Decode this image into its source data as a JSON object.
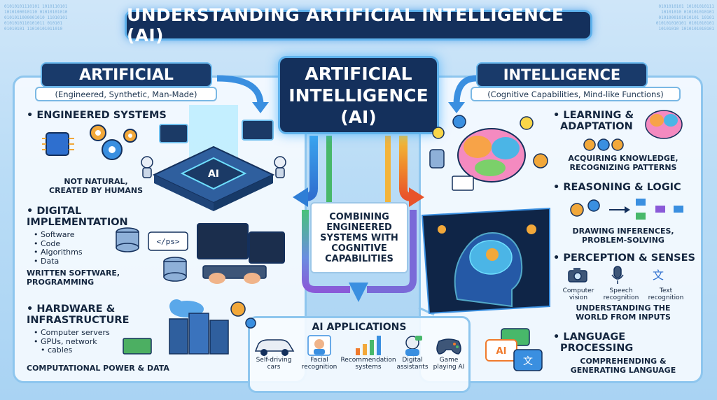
{
  "title": "UNDERSTANDING ARTIFICIAL INTELLIGENCE (AI)",
  "center": {
    "line1": "ARTIFICIAL",
    "line2": "INTELLIGENCE",
    "line3": "(AI)",
    "combine": [
      "COMBINING",
      "ENGINEERED",
      "SYSTEMS WITH",
      "COGNITIVE",
      "CAPABILITIES"
    ]
  },
  "left": {
    "title": "ARTIFICIAL",
    "subtitle": "(Engineered, Synthetic, Man-Made)",
    "chip_label": "AI",
    "code_tag": "</ps>",
    "sections": [
      {
        "heading": "ENGINEERED SYSTEMS",
        "desc": [
          "NOT NATURAL,",
          "CREATED BY HUMANS"
        ]
      },
      {
        "heading_lines": [
          "DIGITAL",
          "IMPLEMENTATION"
        ],
        "bullets": [
          "Software",
          "Code",
          "Algorithms",
          "Data"
        ],
        "desc": [
          "WRITTEN SOFTWARE,",
          "PROGRAMMING"
        ]
      },
      {
        "heading_lines": [
          "HARDWARE &",
          "INFRASTRUCTURE"
        ],
        "bullets": [
          "Computer servers",
          "GPUs, network",
          "cables"
        ],
        "desc": [
          "COMPUTATIONAL POWER & DATA"
        ]
      }
    ]
  },
  "right": {
    "title": "INTELLIGENCE",
    "subtitle": "(Cognitive Capabilities, Mind-like Functions)",
    "sections": [
      {
        "heading_lines": [
          "LEARNING &",
          "ADAPTATION"
        ],
        "desc": [
          "ACQUIRING KNOWLEDGE,",
          "RECOGNIZING PATTERNS"
        ]
      },
      {
        "heading": "REASONING & LOGIC",
        "desc": [
          "DRAWING INFERENCES,",
          "PROBLEM-SOLVING"
        ]
      },
      {
        "heading": "PERCEPTION & SENSES",
        "items": [
          {
            "label_lines": [
              "Computer",
              "vision"
            ]
          },
          {
            "label_lines": [
              "Speech",
              "recognition"
            ]
          },
          {
            "label_lines": [
              "Text",
              "recognition"
            ]
          }
        ],
        "desc": [
          "UNDERSTANDING THE",
          "WORLD FROM INPUTS"
        ]
      },
      {
        "heading_lines": [
          "LANGUAGE",
          "PROCESSING"
        ],
        "desc": [
          "COMPREHENDING &",
          "GENERATING LANGUAGE"
        ],
        "bubble_label": "AI"
      }
    ]
  },
  "applications": {
    "title": "AI APPLICATIONS",
    "items": [
      {
        "label_lines": [
          "Self-driving",
          "cars"
        ]
      },
      {
        "label_lines": [
          "Facial",
          "recognition"
        ]
      },
      {
        "label_lines": [
          "Recommendation",
          "systems"
        ]
      },
      {
        "label_lines": [
          "Digital",
          "assistants"
        ]
      },
      {
        "label_lines": [
          "Game",
          "playing AI"
        ]
      }
    ]
  },
  "colors": {
    "navy": "#14305c",
    "accent_blue": "#3a8fe0",
    "orange": "#f07a2c",
    "green": "#48b86a",
    "purple": "#8a5ad8"
  }
}
